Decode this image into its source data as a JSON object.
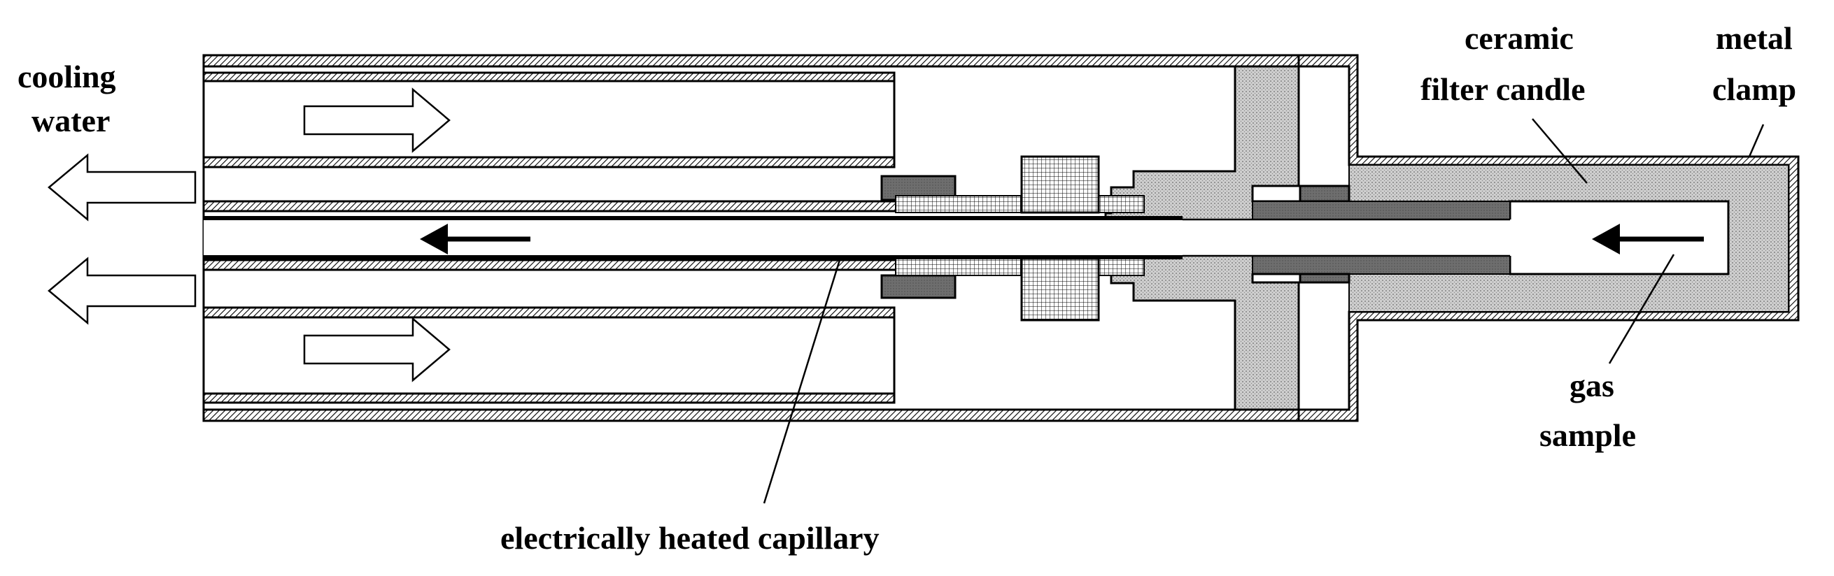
{
  "labels": {
    "cooling_water_1": "cooling",
    "cooling_water_2": "water",
    "ceramic_1": "ceramic",
    "ceramic_2": "filter candle",
    "metal_1": "metal",
    "metal_2": "clamp",
    "gas_1": "gas",
    "gas_2": "sample",
    "capillary": "electrically heated capillary"
  },
  "colors": {
    "wall_hatch": "#000000",
    "ceramic_fill": "#c9c9c9",
    "clamp_dark": "#6e6e6e",
    "outline": "#000000"
  }
}
